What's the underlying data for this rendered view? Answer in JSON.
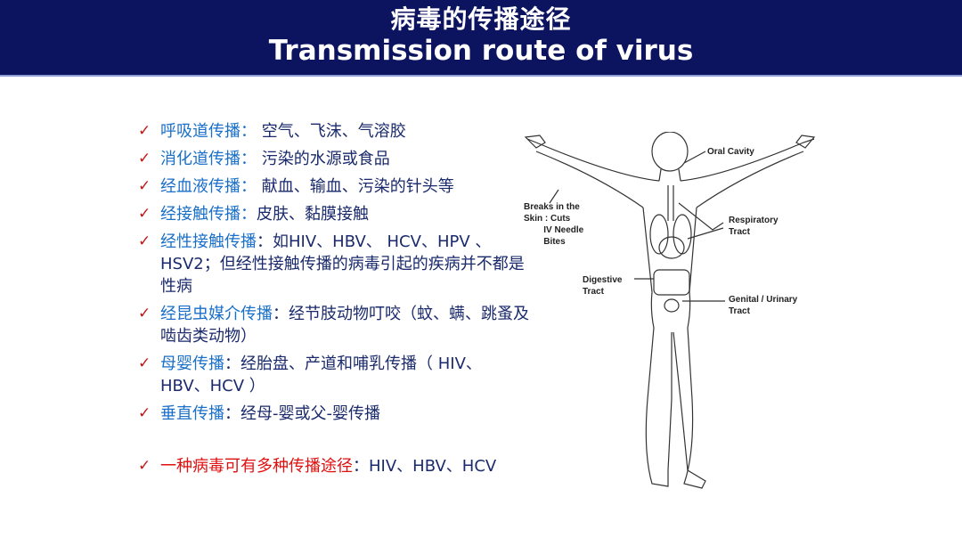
{
  "header": {
    "title_cn": "病毒的传播途径",
    "title_en": "Transmission route of virus",
    "background_color": "#0c1460"
  },
  "items": [
    {
      "key": "呼吸道传播：",
      "value": "  空气、飞沫、气溶胶",
      "key_color": "#1a6fc8"
    },
    {
      "key": "消化道传播：",
      "value": "  污染的水源或食品",
      "key_color": "#1a6fc8"
    },
    {
      "key": "经血液传播：",
      "value": "  献血、输血、污染的针头等",
      "key_color": "#1a6fc8"
    },
    {
      "key": "经接触传播：",
      "value": "皮肤、黏膜接触",
      "key_color": "#1a6fc8"
    },
    {
      "key": "经性接触传播",
      "value": "：如HIV、HBV、 HCV、HPV 、HSV2；但经性接触传播的病毒引起的疾病并不都是性病",
      "key_color": "#1a6fc8"
    },
    {
      "key": "经昆虫媒介传播",
      "value": "：经节肢动物叮咬（蚊、螨、跳蚤及啮齿类动物）",
      "key_color": "#1a6fc8"
    },
    {
      "key": "母婴传播",
      "value": "：经胎盘、产道和哺乳传播（ HIV、HBV、HCV ）",
      "key_color": "#1a6fc8"
    },
    {
      "key": "垂直传播",
      "value": "：经母-婴或父-婴传播",
      "key_color": "#1a6fc8"
    },
    {
      "key": "一种病毒可有多种传播途径",
      "value": "：HIV、HBV、HCV",
      "key_color": "#e01010"
    }
  ],
  "check_icon": "✓",
  "figure": {
    "labels": {
      "oral": "Oral Cavity",
      "skin": "Breaks in the\nSkin : Cuts\n        IV Needle\n        Bites",
      "respiratory": "Respiratory\nTract",
      "digestive": "Digestive\nTract",
      "genital": "Genital / Urinary\nTract"
    }
  }
}
